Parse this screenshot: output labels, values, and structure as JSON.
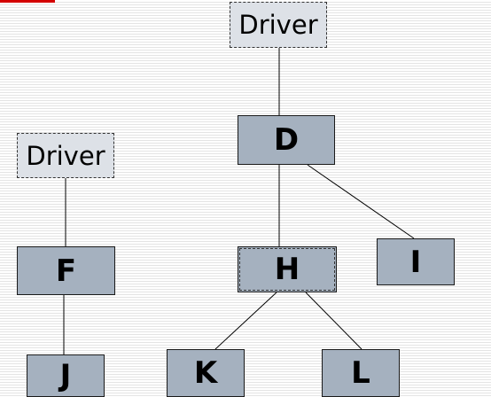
{
  "diagram": {
    "type": "module-hierarchy",
    "colors": {
      "module_fill": "#a5b1bf",
      "driver_fill": "#dde1e7",
      "accent": "#d40000"
    },
    "nodes": {
      "driver_right": {
        "label": "Driver",
        "kind": "driver"
      },
      "d": {
        "label": "D",
        "kind": "module"
      },
      "h": {
        "label": "H",
        "kind": "module"
      },
      "i": {
        "label": "I",
        "kind": "module"
      },
      "k": {
        "label": "K",
        "kind": "module"
      },
      "l": {
        "label": "L",
        "kind": "module"
      },
      "driver_left": {
        "label": "Driver",
        "kind": "driver"
      },
      "f": {
        "label": "F",
        "kind": "module"
      },
      "j": {
        "label": "J",
        "kind": "module"
      }
    },
    "edges": [
      [
        "Driver",
        "D"
      ],
      [
        "D",
        "H"
      ],
      [
        "D",
        "I"
      ],
      [
        "H",
        "K"
      ],
      [
        "H",
        "L"
      ],
      [
        "Driver",
        "F"
      ],
      [
        "F",
        "J"
      ]
    ]
  }
}
